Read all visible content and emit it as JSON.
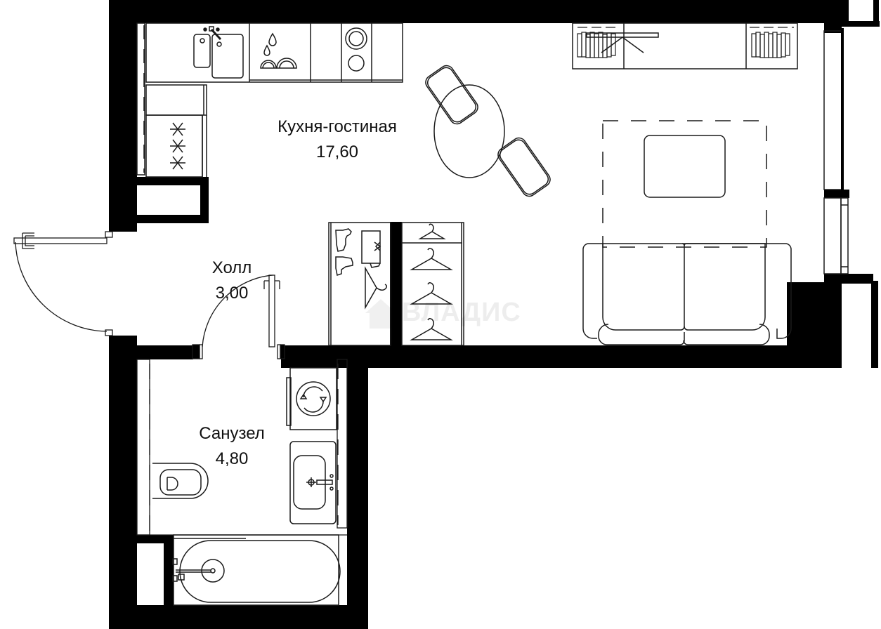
{
  "plan": {
    "background_color": "#ffffff",
    "wall_color": "#000000",
    "line_color": "#1a1a1a"
  },
  "rooms": [
    {
      "id": "kitchen-living",
      "name": "Кухня-гостиная",
      "area": "17,60"
    },
    {
      "id": "hall",
      "name": "Холл",
      "area": "3,00"
    },
    {
      "id": "bathroom",
      "name": "Санузел",
      "area": "4,80"
    }
  ],
  "icons": {
    "kitchen": [
      "sink-icon",
      "dishwasher-icon",
      "hob-icon",
      "stove-icon",
      "fridge-icon"
    ],
    "living": [
      "dining-table-icon",
      "chair-icon",
      "tv-stand-icon",
      "bookshelf-icon",
      "sofa-icon",
      "coffee-table-icon",
      "rug-icon"
    ],
    "hall": [
      "wardrobe-icon",
      "hanger-icon",
      "shoes-icon",
      "entrance-door-icon",
      "interior-door-icon"
    ],
    "bathroom": [
      "washing-machine-icon",
      "washbasin-icon",
      "toilet-icon",
      "bathtub-icon",
      "shower-icon"
    ]
  },
  "watermark": {
    "text": "ВЛАДИС"
  }
}
